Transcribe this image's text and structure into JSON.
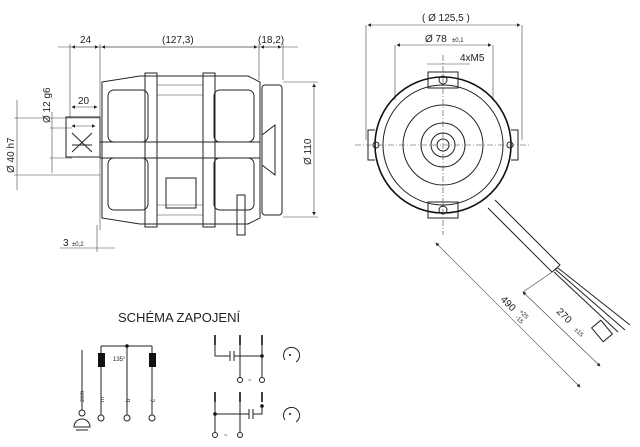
{
  "side_view": {
    "dim_24": "24",
    "dim_127": "(127,3)",
    "dim_18": "(18,2)",
    "dim_20": "20",
    "dim_shaft": "Ø 12 g6",
    "dim_flange": "Ø 40 h7",
    "dim_fan": "Ø 110",
    "dim_3": "3",
    "dim_3_tol": "±0,2"
  },
  "front_view": {
    "dim_outer": "( Ø 125,5 )",
    "dim_78": "Ø 78",
    "dim_78_tol": "±0,1",
    "dim_holes": "4xM5",
    "dim_490": "490",
    "dim_490_tol_plus": "+25",
    "dim_490_tol_minus": "-15",
    "dim_270": "270",
    "dim_270_tol": "±15"
  },
  "schematic": {
    "title": "SCHÉMA ZAPOJENÍ",
    "thermal": "135°",
    "wire_labels": [
      "zem",
      "m",
      "b",
      "č"
    ],
    "ac_symbol": "~"
  }
}
